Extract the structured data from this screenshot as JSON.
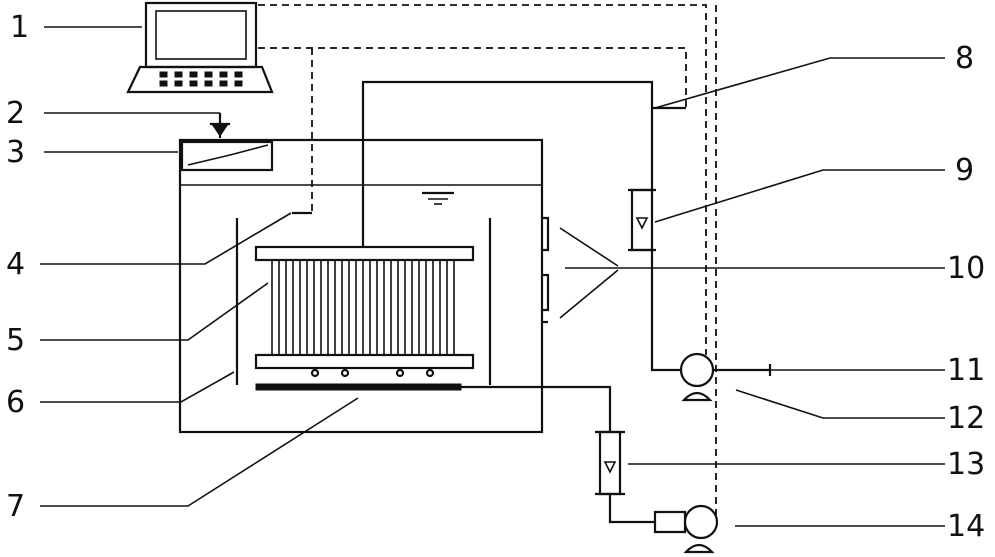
{
  "labels": {
    "l1": "1",
    "l2": "2",
    "l3": "3",
    "l4": "4",
    "l5": "5",
    "l6": "6",
    "l7": "7",
    "l8": "8",
    "l9": "9",
    "l10": "10",
    "l11": "11",
    "l12": "12",
    "l13": "13",
    "l14": "14"
  },
  "colors": {
    "line": "#111111",
    "background": "#ffffff"
  },
  "icons": {
    "computer": "computer-icon",
    "valve": "valve-icon",
    "pump": "pump-icon",
    "flowmeter": "flowmeter-icon",
    "water-level": "water-level-icon"
  }
}
